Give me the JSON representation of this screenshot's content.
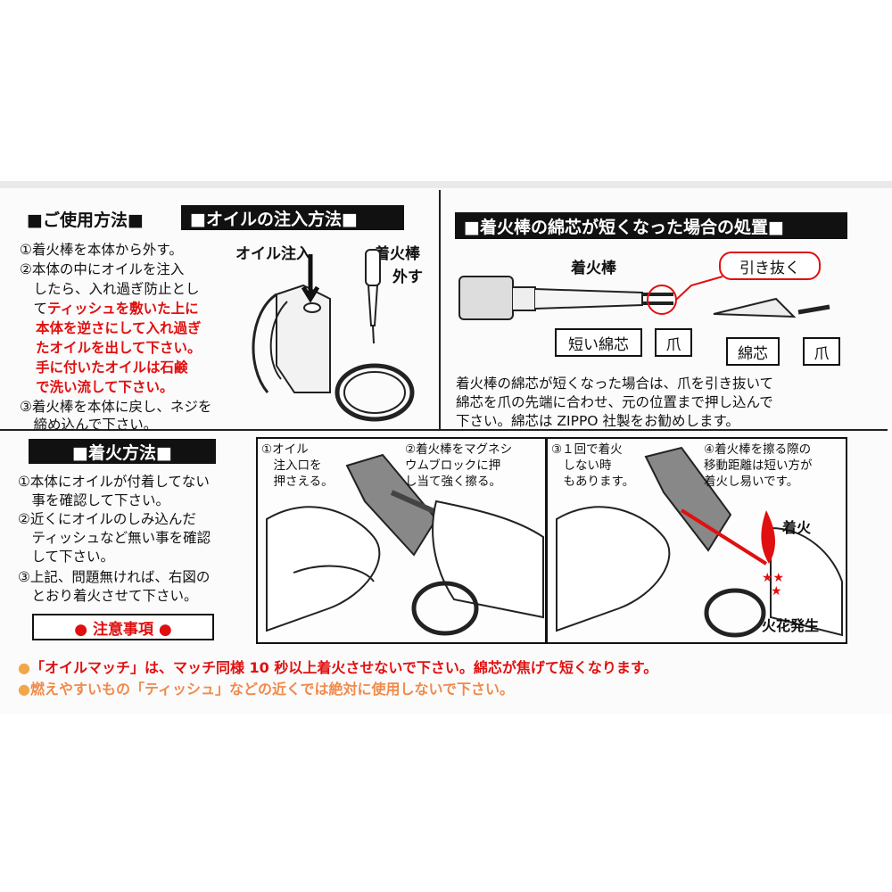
{
  "usage": {
    "title": "■ご使用方法■",
    "oil_tag": "■オイルの注入方法■",
    "steps": [
      "①着火棒を本体から外す。",
      "②本体の中にオイルを注入",
      "　したら、入れ過ぎ防止とし",
      "　て",
      "ティッシュを敷いた上に",
      "本体を逆さにして入れ過ぎ",
      "たオイルを出して下さい。",
      "手に付いたオイルは石鹸",
      "で洗い流して下さい。",
      "③着火棒を本体に戻し、ネジを",
      "　締め込んで下さい。"
    ],
    "label_oil": "オイル注入",
    "label_rod": "着火棒",
    "label_remove": "外す"
  },
  "wick": {
    "tag": "■着火棒の綿芯が短くなった場合の処置■",
    "label_rod": "着火棒",
    "label_pull": "引き抜く",
    "box_short": "短い綿芯",
    "box_claw": "爪",
    "box_wick": "綿芯",
    "box_claw2": "爪",
    "desc": [
      "着火棒の綿芯が短くなった場合は、爪を引き抜いて",
      "綿芯を爪の先端に合わせ、元の位置まで押し込んで",
      "下さい。綿芯は ZIPPO 社製をお勧めします。"
    ]
  },
  "ignite": {
    "tag": "■着火方法■",
    "steps": [
      "①本体にオイルが付着してない",
      "　事を確認して下さい。",
      "②近くにオイルのしみ込んだ",
      "　ティッシュなど無い事を確認",
      "　して下さい。",
      "③上記、問題無ければ、右図の",
      "　とおり着火させて下さい。"
    ],
    "panel1": {
      "note1": [
        "①オイル",
        "　注入口を",
        "　押さえる。"
      ],
      "note2": [
        "②着火棒をマグネシ",
        "ウムブロックに押",
        "し当て強く擦る。"
      ]
    },
    "panel2": {
      "note3": [
        "③１回で着火",
        "　しない時",
        "　もあります。"
      ],
      "note4": [
        "④着火棒を擦る際の",
        "移動距離は短い方が",
        "着火し易いです。"
      ],
      "label_fire": "着火",
      "label_spark": "火花発生"
    }
  },
  "caution": {
    "title": "● 注意事項 ●",
    "line1": "「オイルマッチ」は、マッチ同様 10 秒以上着火させないで下さい。綿芯が焦げて短くなります。",
    "line2": "燃えやすいもの「ティッシュ」などの近くでは絶対に使用しないで下さい。"
  },
  "colors": {
    "accent_red": "#e01010",
    "faded_orange": "#f08a4a",
    "ink": "#111111"
  }
}
